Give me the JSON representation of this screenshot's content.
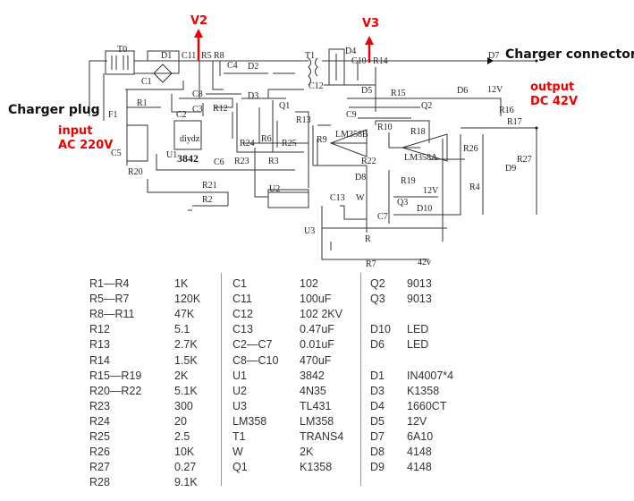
{
  "schematic": {
    "annotations": {
      "v2": "V2",
      "v3": "V3",
      "charger_connector": "Charger connector",
      "charger_plug": "Charger plug",
      "input_line1": "input",
      "input_line2": "AC 220V",
      "output_line1": "output",
      "output_line2": "DC 42V"
    },
    "labels": [
      "T0",
      "D1",
      "C11",
      "R5",
      "R8",
      "C4",
      "T1",
      "D4",
      "C10",
      "R14",
      "D7",
      "C1",
      "D2",
      "D3",
      "C12",
      "D5",
      "R15",
      "D6",
      "12V",
      "R1",
      "C8",
      "C2",
      "C3",
      "R12",
      "Q1",
      "R13",
      "R16",
      "R17",
      "C9",
      "Q2",
      "R10",
      "R18",
      "LM358B",
      "LM358A",
      "R9",
      "R26",
      "R27",
      "D9",
      "R4",
      "R22",
      "D8",
      "R19",
      "12V",
      "Q3",
      "D10",
      "C7",
      "C13",
      "W",
      "U3",
      "R",
      "R7",
      "42v",
      "U1",
      "3842",
      "diydz",
      "C6",
      "R23",
      "R3",
      "R24",
      "R6",
      "R25",
      "R20",
      "C5",
      "F1",
      "R21",
      "R2",
      "U2"
    ],
    "colors": {
      "annotation_red": "#e00000",
      "wire": "#333333"
    }
  },
  "component_table": {
    "col1": [
      [
        "R1—R4",
        "1K"
      ],
      [
        "R5—R7",
        "120K"
      ],
      [
        "R8—R11",
        "47K"
      ],
      [
        "R12",
        "5.1"
      ],
      [
        "R13",
        "2.7K"
      ],
      [
        "R14",
        "1.5K"
      ],
      [
        "R15—R19",
        "2K"
      ],
      [
        "R20—R22",
        "5.1K"
      ],
      [
        "R23",
        "300"
      ],
      [
        "R24",
        "20"
      ],
      [
        "R25",
        "2.5"
      ],
      [
        "R26",
        "10K"
      ],
      [
        "R27",
        "0.27"
      ],
      [
        "R28",
        "9.1K"
      ]
    ],
    "col2": [
      [
        "C1",
        "102"
      ],
      [
        "C11",
        "100uF"
      ],
      [
        "C12",
        "102  2KV"
      ],
      [
        "C13",
        "0.47uF"
      ],
      [
        "C2—C7",
        "0.01uF"
      ],
      [
        "C8—C10",
        "470uF"
      ],
      [
        "U1",
        "3842"
      ],
      [
        "U2",
        "4N35"
      ],
      [
        "U3",
        "TL431"
      ],
      [
        "LM358",
        "LM358"
      ],
      [
        "T1",
        "TRANS4"
      ],
      [
        "W",
        "2K"
      ],
      [
        "Q1",
        "K1358"
      ]
    ],
    "col3": [
      [
        "Q2",
        "9013"
      ],
      [
        "Q3",
        "9013"
      ],
      [
        "D10",
        "LED"
      ],
      [
        "D6",
        "LED"
      ],
      [
        "D1",
        "IN4007*4"
      ],
      [
        "D3",
        "K1358"
      ],
      [
        "D4",
        "1660CT"
      ],
      [
        "D5",
        "12V"
      ],
      [
        "D7",
        "6A10"
      ],
      [
        "D8",
        "4148"
      ],
      [
        "D9",
        "4148"
      ]
    ]
  }
}
